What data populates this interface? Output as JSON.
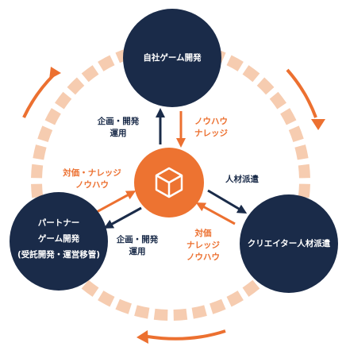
{
  "colors": {
    "navy": "#1a2b49",
    "orange": "#ec7030",
    "ring": "#f6ccb0",
    "center": "#ed7331"
  },
  "nodes": {
    "top": {
      "label": "自社ゲーム開発"
    },
    "left": {
      "line1": "パートナー",
      "line2": "ゲーム開発",
      "line3": "(受託開発・運営移管)"
    },
    "right": {
      "label": "クリエイター人材派遣"
    },
    "center": {
      "icon": "cube-icon"
    }
  },
  "flows": {
    "top_out": [
      "企画・開発",
      "運用"
    ],
    "top_in": [
      "ノウハウ",
      "ナレッジ"
    ],
    "left_in": [
      "対価・ナレッジ",
      "ノウハウ"
    ],
    "left_out": [
      "企画・開発",
      "運用"
    ],
    "right_out": [
      "人材派遣"
    ],
    "right_in": [
      "対価",
      "ナレッジ",
      "ノウハウ"
    ]
  }
}
